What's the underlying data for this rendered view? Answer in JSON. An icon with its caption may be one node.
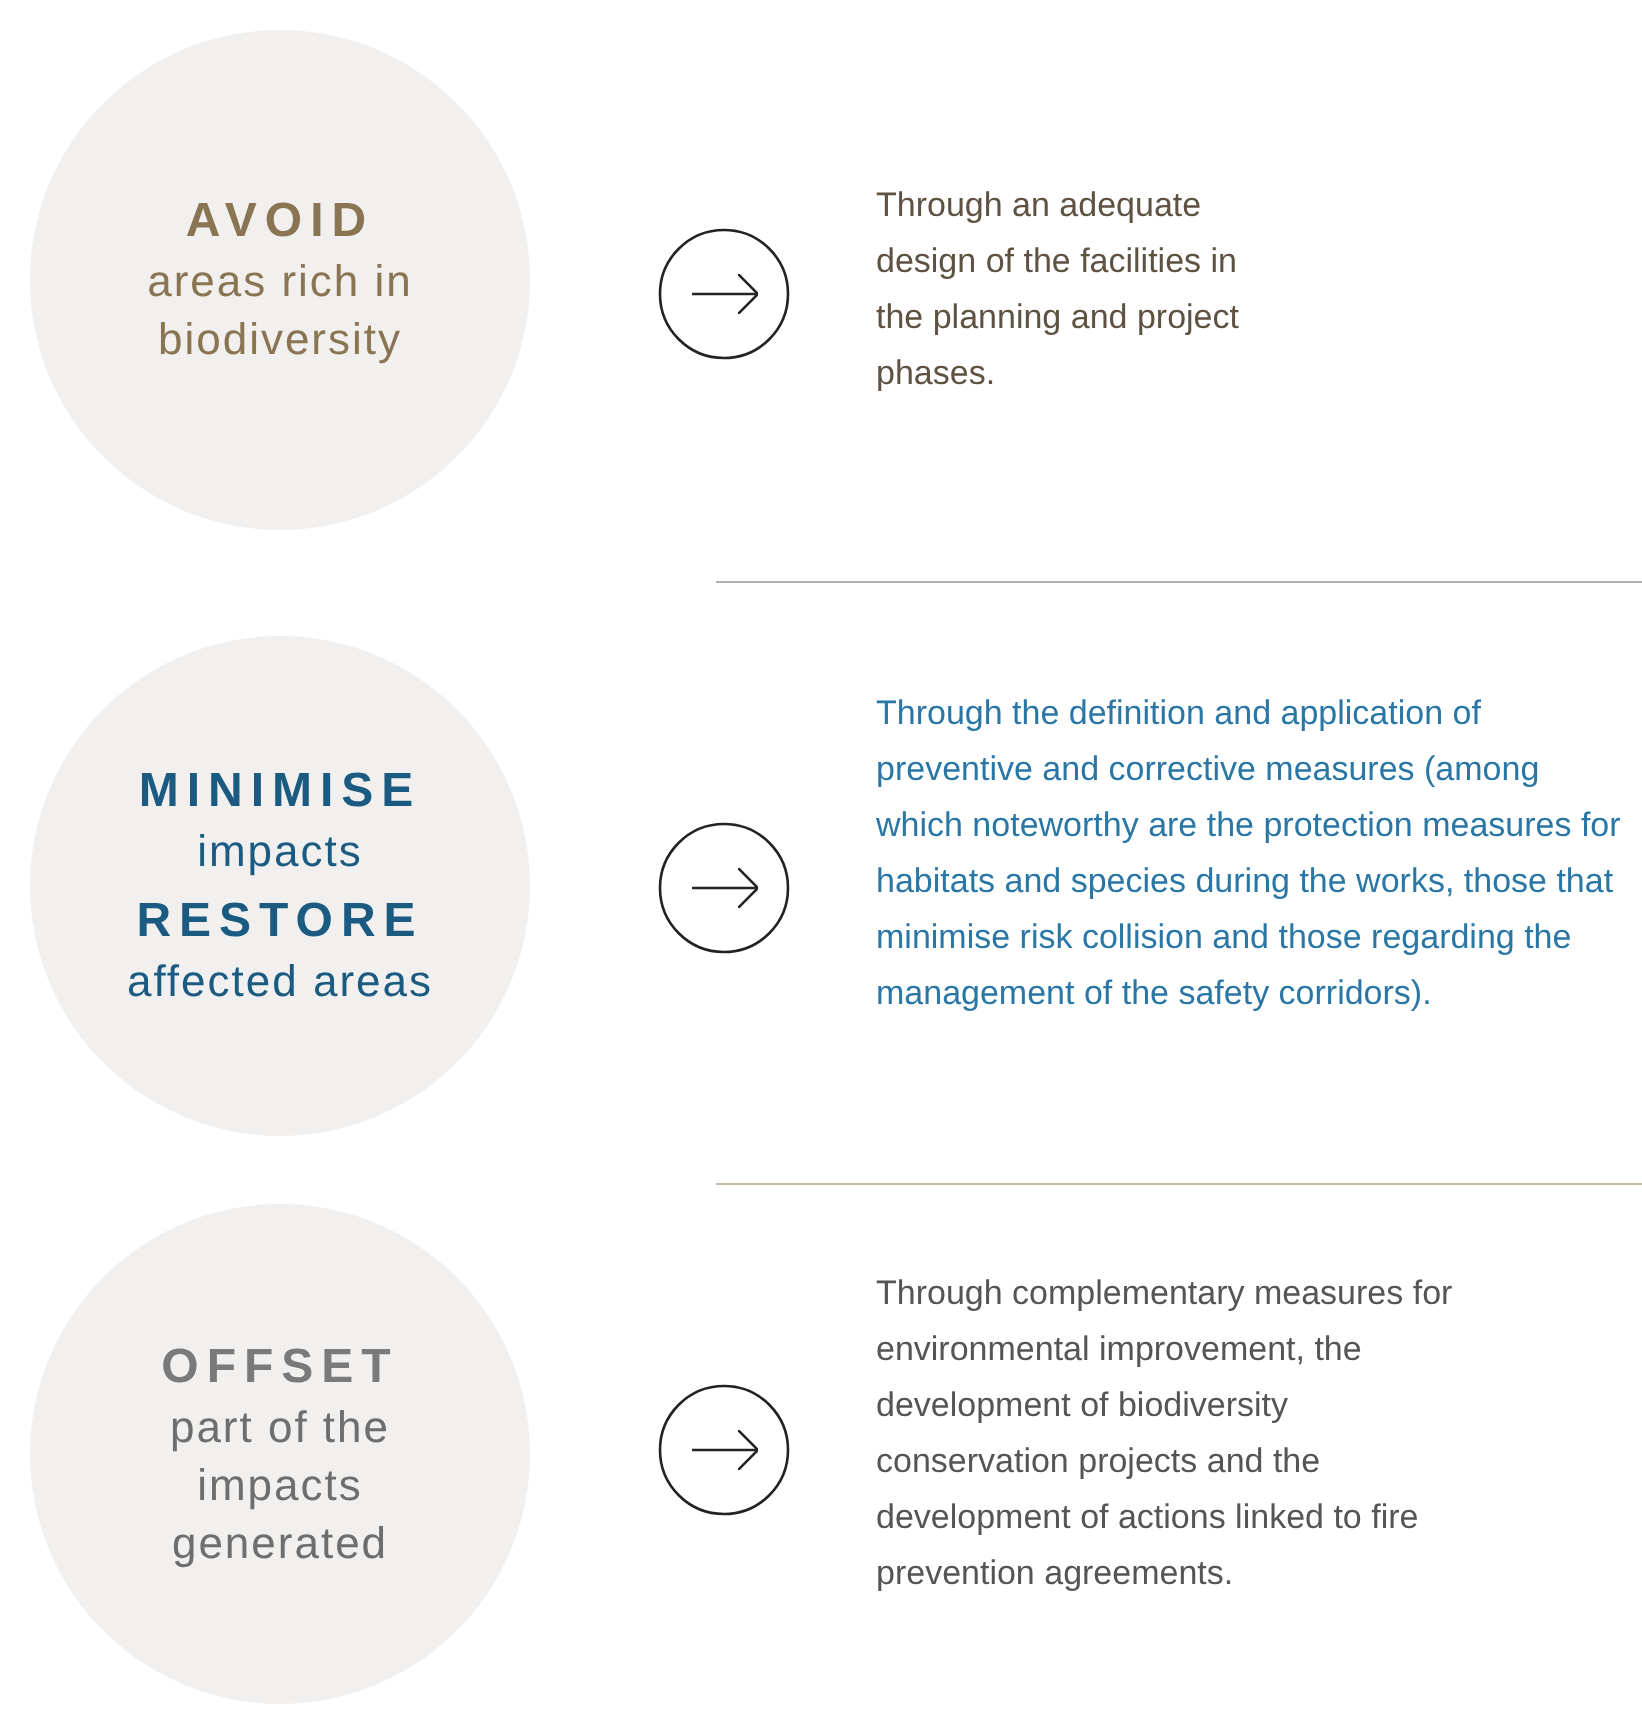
{
  "diagram": {
    "nodes": [
      {
        "text": [
          "AVOID",
          "areas rich in biodiversity"
        ]
      },
      {
        "text": [
          "Through an adequate design of the facilities in the planning and project phases."
        ]
      },
      {
        "text": [
          "MINIMISE",
          "impacts",
          "RESTORE",
          "affected areas"
        ]
      },
      {
        "text": [
          "Through the definition and application of preventive and corrective measures (among which noteworthy are the protection measures for habitats and species during the works, those that minimise risk collision and those regarding the management of the safety corridors)."
        ]
      },
      {
        "text": [
          "OFFSET",
          "part of the impacts generated"
        ]
      },
      {
        "text": [
          "Through complementary measures for environmental improvement, the development of biodiversity conservation projects and the development of actions linked to fire prevention agreements."
        ]
      }
    ],
    "edges": [
      {
        "from": 0,
        "to": 1,
        "arrow": "to"
      },
      {
        "from": 2,
        "to": 3,
        "arrow": "to"
      },
      {
        "from": 4,
        "to": 5,
        "arrow": "to"
      }
    ]
  }
}
